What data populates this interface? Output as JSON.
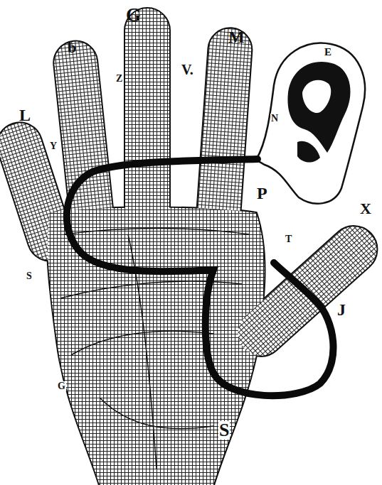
{
  "diagram": {
    "labels": [
      "G",
      "b",
      "M",
      "E",
      "Z",
      "V.",
      "N",
      "L",
      "Y",
      "P",
      "X",
      "T",
      "S",
      "J",
      "G",
      "S"
    ]
  }
}
